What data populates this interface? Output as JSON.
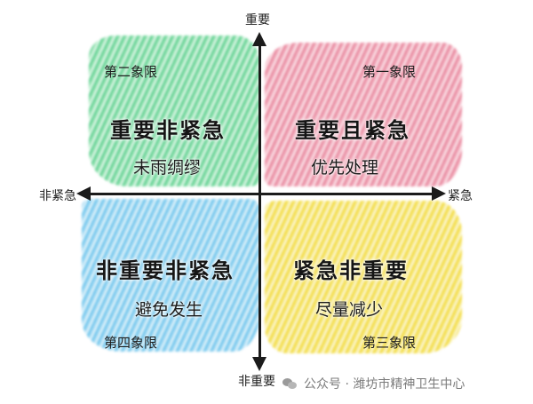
{
  "axes": {
    "top": "重要",
    "bottom": "非重要",
    "left": "非紧急",
    "right": "紧急"
  },
  "quadrants": {
    "q1": {
      "name": "第一象限",
      "title": "重要且紧急",
      "subtitle": "优先处理",
      "color": "#e8839a"
    },
    "q2": {
      "name": "第二象限",
      "title": "重要非紧急",
      "subtitle": "未雨绸缪",
      "color": "#5dd08e"
    },
    "q3": {
      "name": "第三象限",
      "title": "紧急非重要",
      "subtitle": "尽量减少",
      "color": "#f2da3a"
    },
    "q4": {
      "name": "第四象限",
      "title": "非重要非紧急",
      "subtitle": "避免发生",
      "color": "#6cc4ec"
    }
  },
  "watermark": {
    "icon": "wechat-icon",
    "text": "公众号 · 潍坊市精神卫生中心"
  }
}
